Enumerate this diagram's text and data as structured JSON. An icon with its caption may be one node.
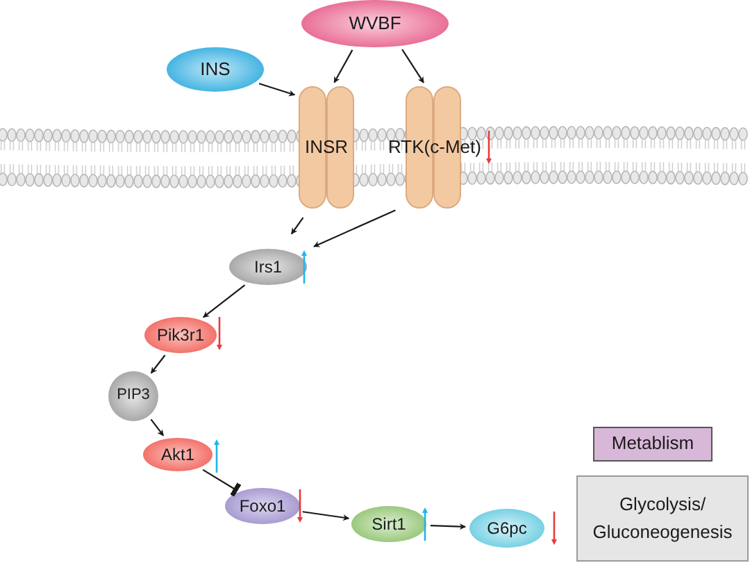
{
  "diagram": {
    "nodes": [
      {
        "text": [
          "WVBF"
        ]
      },
      {
        "text": [
          "INS"
        ]
      },
      {
        "text": [
          "INSR"
        ]
      },
      {
        "text": [
          "RTK(c-Met)"
        ]
      },
      {
        "text": [
          "Irs1"
        ]
      },
      {
        "text": [
          "Pik3r1"
        ]
      },
      {
        "text": [
          "PIP3"
        ]
      },
      {
        "text": [
          "Akt1"
        ]
      },
      {
        "text": [
          "Foxo1"
        ]
      },
      {
        "text": [
          "Sirt1"
        ]
      },
      {
        "text": [
          "G6pc"
        ]
      },
      {
        "text": [
          "Metablism"
        ]
      },
      {
        "text": [
          "Glycolysis/ Gluconeogenesis"
        ]
      }
    ],
    "edges": [
      {
        "from": 0,
        "to": 2,
        "arrow": "to"
      },
      {
        "from": 0,
        "to": 3,
        "arrow": "to"
      },
      {
        "from": 1,
        "to": 2,
        "arrow": "to"
      },
      {
        "from": 2,
        "to": 4,
        "arrow": "to"
      },
      {
        "from": 3,
        "to": 4,
        "arrow": "to"
      },
      {
        "from": 4,
        "to": 5,
        "arrow": "to"
      },
      {
        "from": 5,
        "to": 6,
        "arrow": "to"
      },
      {
        "from": 6,
        "to": 7,
        "arrow": "to"
      },
      {
        "from": 7,
        "to": 8,
        "arrow": "other"
      },
      {
        "from": 8,
        "to": 9,
        "arrow": "to"
      },
      {
        "from": 9,
        "to": 10,
        "arrow": "to"
      }
    ]
  }
}
